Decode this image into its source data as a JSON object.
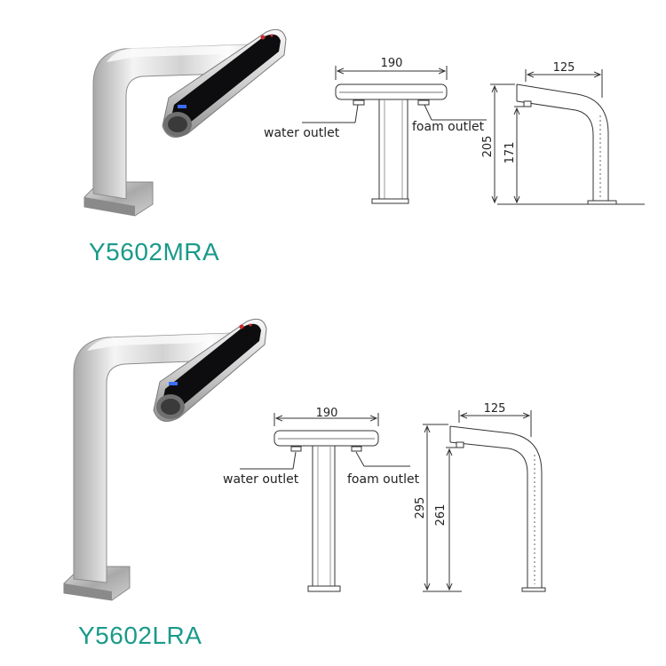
{
  "colors": {
    "model_label": "#1a9a8a",
    "line": "#333333",
    "chrome_light": "#e6e6e6",
    "chrome_dark": "#9a9a9a",
    "panel": "#0d0d0f",
    "indicator_red": "#d42a2a",
    "indicator_blue": "#3a6dff"
  },
  "products": [
    {
      "model": "Y5602MRA",
      "front": {
        "width": "190",
        "water_outlet": "water outlet",
        "foam_outlet": "foam outlet"
      },
      "side": {
        "reach": "125",
        "total_height": "205",
        "outlet_height": "171"
      }
    },
    {
      "model": "Y5602LRA",
      "front": {
        "width": "190",
        "water_outlet": "water outlet",
        "foam_outlet": "foam outlet"
      },
      "side": {
        "reach": "125",
        "total_height": "295",
        "outlet_height": "261"
      }
    }
  ]
}
